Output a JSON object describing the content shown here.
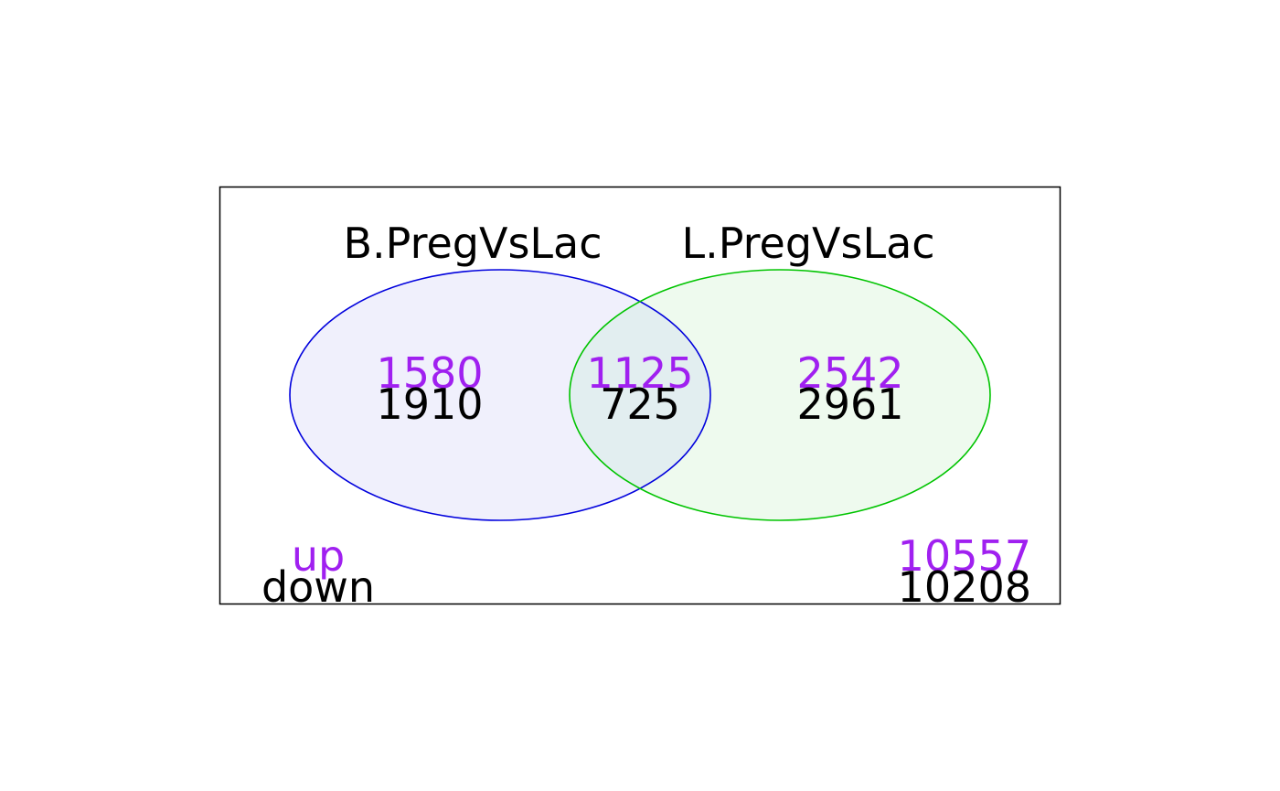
{
  "sets": [
    {
      "name": "B.PregVsLac",
      "stroke": "#0000dd",
      "fill": "#f0f0fc"
    },
    {
      "name": "L.PregVsLac",
      "stroke": "#00c400",
      "fill": "#eefaee"
    }
  ],
  "overlap_fill": "#e2eef0",
  "colors": {
    "up": "#a020f0",
    "down": "#000000"
  },
  "regions": {
    "b_only": {
      "up": "1580",
      "down": "1910"
    },
    "both": {
      "up": "1125",
      "down": "725"
    },
    "l_only": {
      "up": "2542",
      "down": "2961"
    },
    "neither": {
      "up": "10557",
      "down": "10208"
    }
  },
  "legend": {
    "up": "up",
    "down": "down"
  }
}
